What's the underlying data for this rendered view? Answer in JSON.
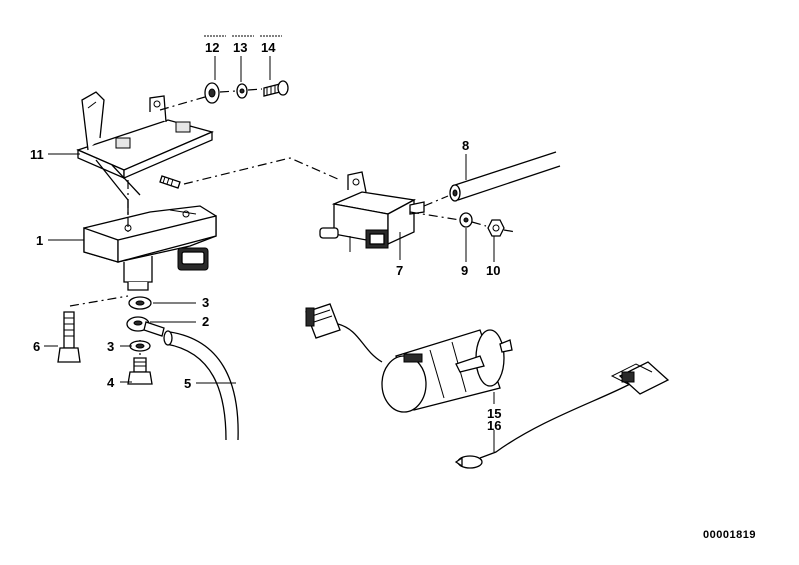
{
  "callouts": {
    "p1": "1",
    "p2": "2",
    "p3a": "3",
    "p3b": "3",
    "p4": "4",
    "p5": "5",
    "p6": "6",
    "p7": "7",
    "p8": "8",
    "p9": "9",
    "p10": "10",
    "p11": "11",
    "p12": "12",
    "p13": "13",
    "p14": "14",
    "p15": "15",
    "p16": "16"
  },
  "diagram_code": "00001819"
}
